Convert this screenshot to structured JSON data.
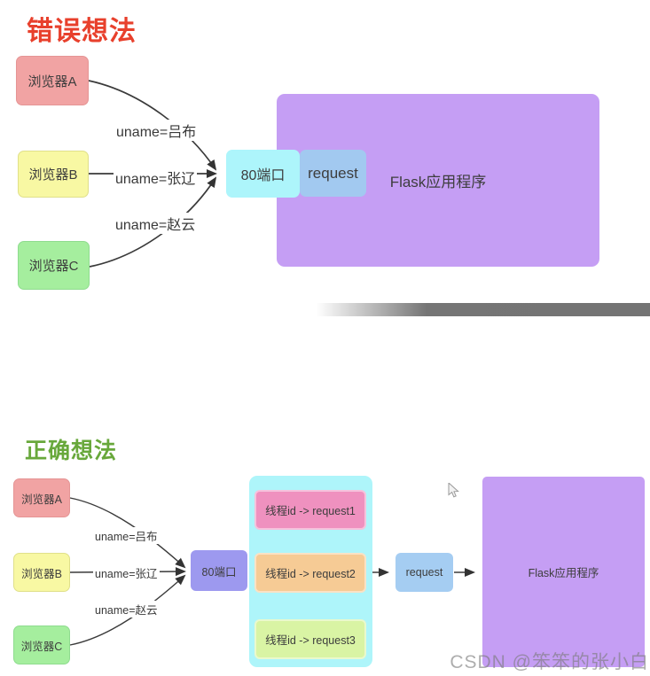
{
  "wrong_section": {
    "title": "错误想法",
    "title_color": "#e8402c",
    "browsers": [
      {
        "label": "浏览器A",
        "color": "#f1a3a3"
      },
      {
        "label": "浏览器B",
        "color": "#f8f8a3"
      },
      {
        "label": "浏览器C",
        "color": "#a5ee9e"
      }
    ],
    "uname_labels": [
      "uname=吕布",
      "uname=张辽",
      "uname=赵云"
    ],
    "port_label": "80端口",
    "port_color": "#adf5fb",
    "request_label": "request",
    "request_color": "#a2c9f0",
    "flask_label": "Flask应用程序",
    "flask_color": "#c59ef4"
  },
  "divider": {
    "color": "#757575"
  },
  "right_section": {
    "title": "正确想法",
    "title_color": "#68a83b",
    "browsers": [
      {
        "label": "浏览器A",
        "color": "#f1a3a3"
      },
      {
        "label": "浏览器B",
        "color": "#f8f8a3"
      },
      {
        "label": "浏览器C",
        "color": "#a5ee9e"
      }
    ],
    "uname_labels": [
      "uname=吕布",
      "uname=张辽",
      "uname=赵云"
    ],
    "port_label": "80端口",
    "port_color": "#9d99ef",
    "thread_container_color": "#aef5fa",
    "threads": [
      {
        "label": "线程id -> request1",
        "color": "#ef91bf"
      },
      {
        "label": "线程id -> request2",
        "color": "#f6cb95"
      },
      {
        "label": "线程id -> request3",
        "color": "#d9f4a4"
      }
    ],
    "request_label": "request",
    "request_color": "#a5cdf2",
    "flask_label": "Flask应用程序",
    "flask_color": "#c59ef4"
  },
  "watermark": {
    "text": "CSDN @笨笨的张小白",
    "color": "#7a7a7a"
  },
  "line_color": "#3a3a3a"
}
